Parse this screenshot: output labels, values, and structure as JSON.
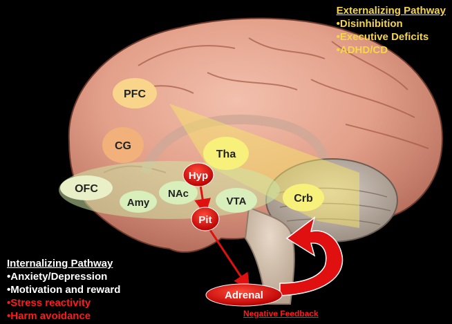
{
  "externalizing": {
    "heading": "Externalizing Pathway",
    "items": [
      "•Disinhibition",
      "•Executive Deficits",
      "•ADHD/CD"
    ]
  },
  "internalizing": {
    "heading": "Internalizing Pathway",
    "items": [
      {
        "text": "•Anxiety/Depression",
        "color": "#ffffff"
      },
      {
        "text": "•Motivation and reward",
        "color": "#ffffff"
      },
      {
        "text": "•Stress reactivity",
        "color": "#ff1b1b"
      },
      {
        "text": "•Harm avoidance",
        "color": "#ff1b1b"
      }
    ]
  },
  "regions": {
    "pfc": "PFC",
    "cg": "CG",
    "ofc": "OFC",
    "amy": "Amy",
    "nac": "NAc",
    "hyp": "Hyp",
    "tha": "Tha",
    "vta": "VTA",
    "pit": "Pit",
    "crb": "Crb",
    "adrenal": "Adrenal"
  },
  "negative_feedback": "Negative Feedback",
  "colors": {
    "background": "#000000",
    "externalizing_accent": "#f5d64a",
    "internalizing_text": "#ffffff",
    "stress_red": "#e01010",
    "brain_pink": "#e8a48f"
  }
}
